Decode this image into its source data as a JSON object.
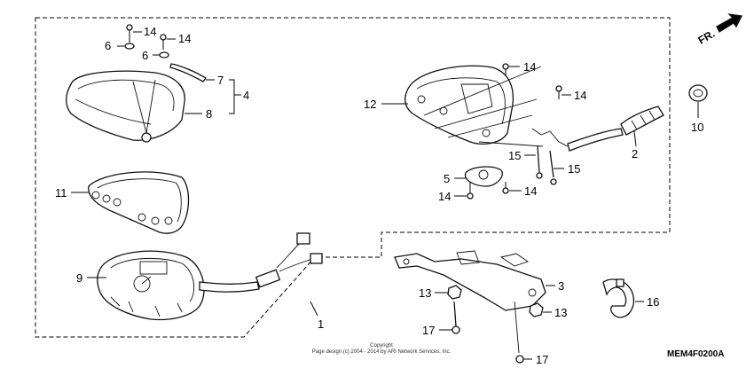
{
  "diagram": {
    "callouts": {
      "c14a": "14",
      "c6a": "6",
      "c14b": "14",
      "c6b": "6",
      "c7": "7",
      "c4": "4",
      "c8": "8",
      "c11": "11",
      "c9": "9",
      "c1": "1",
      "c12": "12",
      "c14c": "14",
      "c14d": "14",
      "c15a": "15",
      "c15b": "15",
      "c5": "5",
      "c14e": "14",
      "c14f": "14",
      "c2": "2",
      "c10": "10",
      "c3": "3",
      "c13a": "13",
      "c13b": "13",
      "c16": "16",
      "c17a": "17",
      "c17b": "17"
    },
    "direction_label": "FR.",
    "copyright_line1": "Copyright",
    "copyright_line2": "Page design (c) 2004 - 2014 by ARI Network Services, Inc.",
    "diagram_code": "MEM4F0200A"
  }
}
